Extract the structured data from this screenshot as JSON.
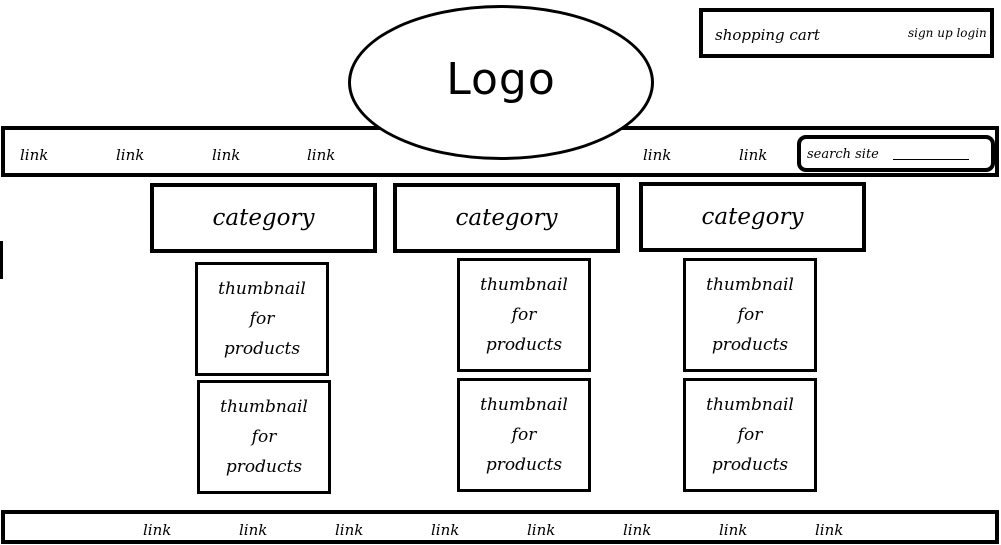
{
  "header": {
    "cart_label": "shopping cart",
    "account_label": "sign up login",
    "logo_text": "Logo"
  },
  "nav": {
    "links": [
      "link",
      "link",
      "link",
      "link",
      "link",
      "link"
    ],
    "search_text": "search site"
  },
  "categories": [
    {
      "label": "category",
      "thumbnails": [
        {
          "line1": "thumbnail",
          "line2": "for",
          "line3": "products"
        },
        {
          "line1": "thumbnail",
          "line2": "for",
          "line3": "products"
        }
      ]
    },
    {
      "label": "category",
      "thumbnails": [
        {
          "line1": "thumbnail",
          "line2": "for",
          "line3": "products"
        },
        {
          "line1": "thumbnail",
          "line2": "for",
          "line3": "products"
        }
      ]
    },
    {
      "label": "category",
      "thumbnails": [
        {
          "line1": "thumbnail",
          "line2": "for",
          "line3": "products"
        },
        {
          "line1": "thumbnail",
          "line2": "for",
          "line3": "products"
        }
      ]
    }
  ],
  "footer": {
    "links": [
      "link",
      "link",
      "link",
      "link",
      "link",
      "link",
      "link",
      "link"
    ]
  }
}
